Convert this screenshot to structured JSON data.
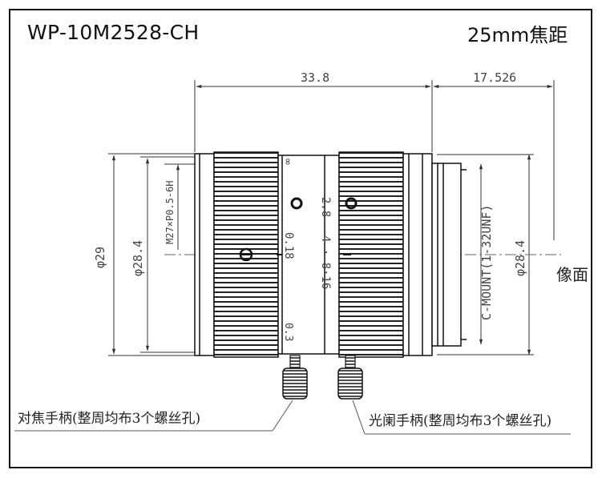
{
  "title": {
    "model": "WP-10M2528-CH",
    "focal_length": "25mm焦距"
  },
  "dimensions": {
    "body_length": "33.8",
    "flange_length": "17.526",
    "outer_diameter": "φ29",
    "barrel_diameter": "φ28.4",
    "mount_diameter": "φ28.4",
    "filter_thread": "M27×P0.5-6H",
    "mount_type": "C-MOUNT(1-32UNF)"
  },
  "focus_scale": {
    "near": "0.3",
    "mid": "0.18",
    "far": "∞",
    "near_icon": "flower",
    "far_icon": "mountain"
  },
  "iris_scale": {
    "open": "2.8",
    "values": "4 · 8·16",
    "open_icon": "circle"
  },
  "labels": {
    "image_plane": "像面",
    "focus_handle": "对焦手柄(整周均布3个螺丝孔)",
    "iris_handle": "光阑手柄(整周均布3个螺丝孔)"
  }
}
